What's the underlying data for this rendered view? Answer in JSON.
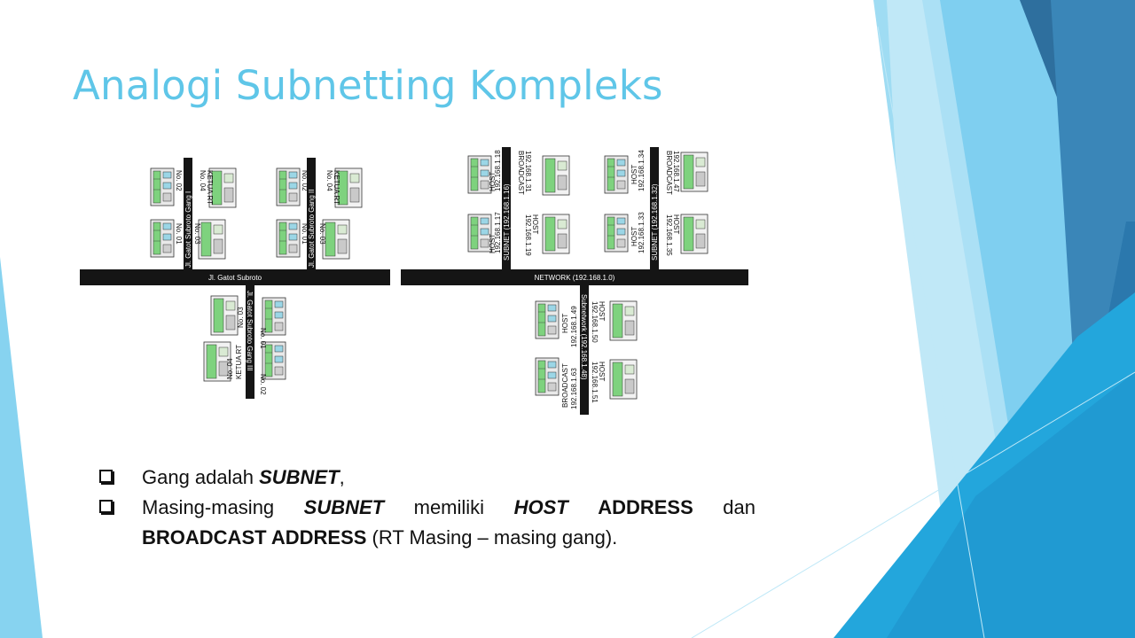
{
  "slide": {
    "title": "Analogi Subnetting Kompleks",
    "colors": {
      "title": "#5fc6e8",
      "accent_dark": "#2e6f9e",
      "accent_mid": "#23a6dc",
      "accent_light": "#8fd8f2"
    }
  },
  "figure": {
    "left_map": {
      "road_main": "Jl. Gatot Subroto",
      "gang_1": "Jl. Gatot Subroto Gang I",
      "gang_2": "Jl. Gatot Subroto Gang II",
      "gang_3": "Jl. Gatot Subroto Gang III",
      "houses": {
        "g1_no02": "No. 02",
        "g1_no04": "No. 04",
        "g1_ketua": "KETUA RT",
        "g1_no01": "No. 01",
        "g1_no03": "No. 03",
        "g2_no02": "No. 02",
        "g2_no04": "No. 04",
        "g2_ketua": "KETUA RT",
        "g2_no01": "No. 01",
        "g2_no03": "No. 03",
        "g3_no03": "No. 03",
        "g3_no01": "No. 01",
        "g3_no04": "No. 04",
        "g3_ketua": "KETUA RT",
        "g3_no02": "No. 02"
      }
    },
    "right_map": {
      "network": "NETWORK (192.168.1.0)",
      "subnet_a": "SUBNET (192.168.1.16)",
      "subnet_b": "SUBNET (192.168.1.32)",
      "subnet_c": "Subnetwork (192.168.1.48)",
      "labels": {
        "a_host_18": "192.168.1.18",
        "a_broadcast_31": "192.168.1.31",
        "a_broadcast": "BROADCAST",
        "a_host_17": "192.168.1.17",
        "a_host_19": "192.168.1.19",
        "a_host": "HOST",
        "b_host_34": "192.168.1.34",
        "b_broadcast_47": "192.168.1.47",
        "b_broadcast": "BROADCAST",
        "b_host_33": "192.168.1.33",
        "b_host_35": "192.168.1.35",
        "b_host": "HOST",
        "c_host_49": "192.168.1.49",
        "c_host_50": "192.168.1.50",
        "c_broadcast_63": "192.168.1.63",
        "c_host_51": "192.168.1.51",
        "c_broadcast": "BROADCAST",
        "c_host": "HOST"
      }
    }
  },
  "bullets": {
    "b1": {
      "text1": "Gang adalah ",
      "em1": "SUBNET",
      "text2": ","
    },
    "b2": {
      "text1": "Masing-masing",
      "em1": "SUBNET",
      "text2": "memiliki",
      "em2": "HOST",
      "bold1": "ADDRESS",
      "text3": "dan",
      "bold2": "BROADCAST ADDRESS",
      "text4": " (RT Masing – masing gang)."
    }
  }
}
